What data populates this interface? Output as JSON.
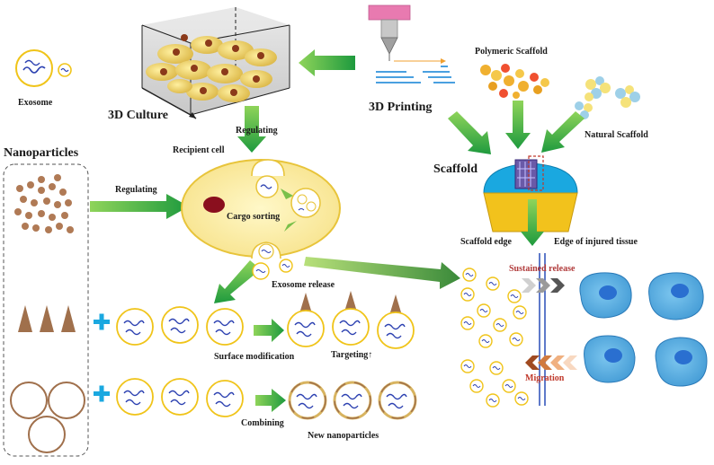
{
  "labels": {
    "exosome": "Exosome",
    "culture_3d": "3D Culture",
    "printing_3d": "3D Printing",
    "polymeric_scaffold": "Polymeric Scaffold",
    "natural_scaffold": "Natural Scaffold",
    "scaffold": "Scaffold",
    "nanoparticles": "Nanoparticles",
    "regulating_top": "Regulating",
    "regulating_left": "Regulating",
    "recipient_cell": "Recipient cell",
    "cargo_sorting": "Cargo sorting",
    "exosome_release": "Exosome release",
    "scaffold_edge": "Scaffold edge",
    "edge_injured": "Edge of injured tissue",
    "sustained_release": "Sustained release",
    "migration": "Migration",
    "surface_modification": "Surface modification",
    "targeting": "Targeting↑",
    "combining": "Combining",
    "new_nanoparticles": "New nanoparticles"
  },
  "colors": {
    "arrow_green": "#2eaa4a",
    "cell_fill": "#fbeea0",
    "cell_stroke": "#e8c43a",
    "exo_stroke": "#f0c419",
    "cargo_blue": "#2a3fb0",
    "tissue_cell": "#5aaee0",
    "scaffold_blue": "#1aa8e0",
    "scaffold_yellow": "#f2c21c",
    "particle_brown": "#b07a55",
    "cone_brown": "#a0704c"
  }
}
